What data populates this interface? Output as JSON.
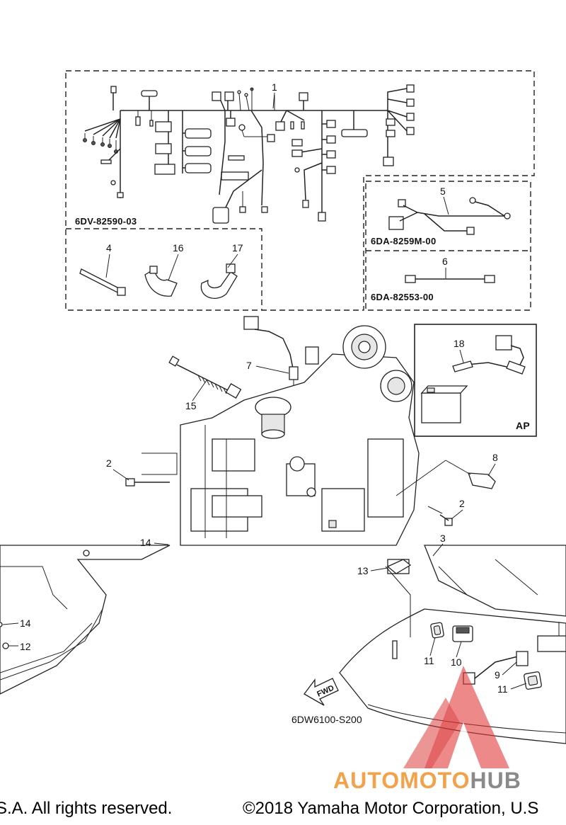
{
  "diagram": {
    "harness_codes": {
      "main": "6DV-82590-03",
      "sub5": "6DA-8259M-00",
      "sub6": "6DA-82553-00"
    },
    "inset_label": "AP",
    "fwd_label": "FWD",
    "drawing_code": "6DW6100-S200",
    "callouts": {
      "c1": "1",
      "c2a": "2",
      "c2b": "2",
      "c3": "3",
      "c4": "4",
      "c5": "5",
      "c6": "6",
      "c7": "7",
      "c8": "8",
      "c9": "9",
      "c10": "10",
      "c11a": "11",
      "c11b": "11",
      "c12": "12",
      "c13": "13",
      "c14a": "14",
      "c14b": "14",
      "c15": "15",
      "c16": "16",
      "c17": "17",
      "c18": "18"
    }
  },
  "footer": {
    "copyright_left": "S.A. All rights reserved.",
    "copyright_right": "©2018 Yamaha Motor Corporation, U.S"
  },
  "watermark": {
    "brand_colored": "AUTOMOTO",
    "brand_gray": "HUB",
    "colors": {
      "orange": "#f1a24a",
      "gray": "#8a8a8a",
      "red_logo": "#e23b3b"
    }
  }
}
